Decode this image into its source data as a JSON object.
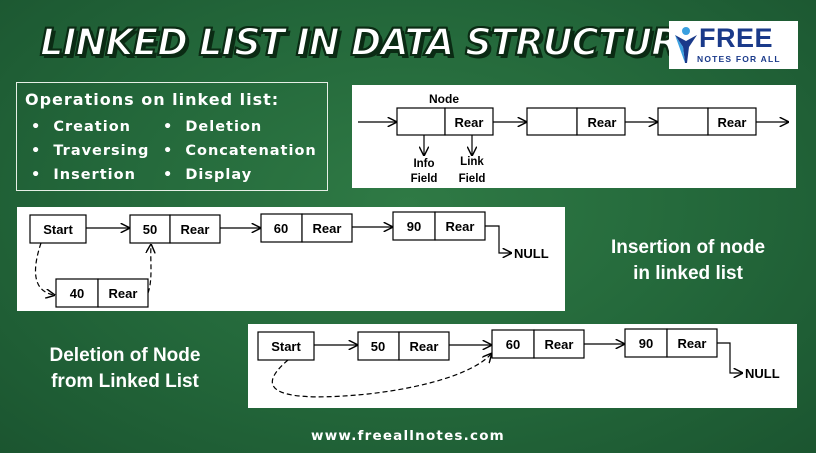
{
  "title": "LINKED LIST IN DATA STRUCTURE",
  "logo": {
    "word": "FREE",
    "sub": "NOTES FOR ALL"
  },
  "operations": {
    "heading": "Operations on linked list:",
    "items": [
      "Creation",
      "Traversing",
      "Insertion",
      "Deletion",
      "Concatenation",
      "Display"
    ]
  },
  "node_structure": {
    "node_label": "Node",
    "info_label": [
      "Info",
      "Field"
    ],
    "link_label": [
      "Link",
      "Field"
    ],
    "rear": "Rear"
  },
  "insertion": {
    "start": "Start",
    "nodes": [
      "50",
      "60",
      "90"
    ],
    "new_node": "40",
    "rear": "Rear",
    "null": "NULL",
    "caption": [
      "Insertion of node",
      "in linked list"
    ]
  },
  "deletion": {
    "start": "Start",
    "nodes": [
      "50",
      "60",
      "90"
    ],
    "rear": "Rear",
    "null": "NULL",
    "caption": [
      "Deletion of Node",
      "from Linked List"
    ]
  },
  "footer": "www.freeallnotes.com",
  "colors": {
    "background": "#23673a",
    "panel": "#ffffff",
    "logo_blue": "#1a3a8a"
  }
}
